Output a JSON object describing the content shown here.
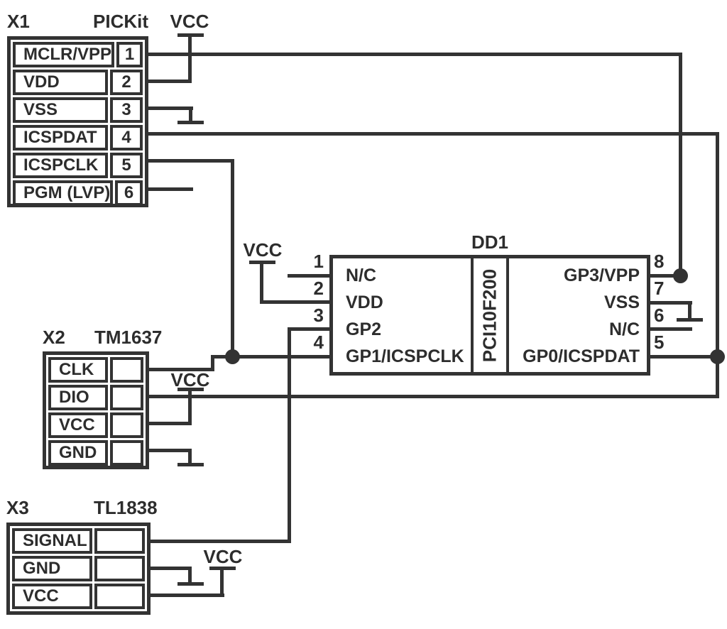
{
  "schematic": {
    "colors": {
      "line": "#333333",
      "text": "#2d2d2d",
      "background": "#ffffff"
    },
    "connectors": {
      "x1": {
        "ref": "X1",
        "title": "PICKit",
        "rows": [
          {
            "label": "MCLR/VPP",
            "pin": "1"
          },
          {
            "label": "VDD",
            "pin": "2"
          },
          {
            "label": "VSS",
            "pin": "3"
          },
          {
            "label": "ICSPDAT",
            "pin": "4"
          },
          {
            "label": "ICSPCLK",
            "pin": "5"
          },
          {
            "label": "PGM (LVP)",
            "pin": "6"
          }
        ]
      },
      "x2": {
        "ref": "X2",
        "title": "TM1637",
        "rows": [
          {
            "label": "CLK"
          },
          {
            "label": "DIO"
          },
          {
            "label": "VCC"
          },
          {
            "label": "GND"
          }
        ]
      },
      "x3": {
        "ref": "X3",
        "title": "TL1838",
        "rows": [
          {
            "label": "SIGNAL"
          },
          {
            "label": "GND"
          },
          {
            "label": "VCC"
          }
        ]
      }
    },
    "ic": {
      "ref": "DD1",
      "part": "PCI10F200",
      "left_pins": [
        {
          "number": "1",
          "name": "N/C"
        },
        {
          "number": "2",
          "name": "VDD"
        },
        {
          "number": "3",
          "name": "GP2"
        },
        {
          "number": "4",
          "name": "GP1/ICSPCLK"
        }
      ],
      "right_pins": [
        {
          "number": "8",
          "name": "GP3/VPP"
        },
        {
          "number": "7",
          "name": "VSS"
        },
        {
          "number": "6",
          "name": "N/C"
        },
        {
          "number": "5",
          "name": "GP0/ICSPDAT"
        }
      ]
    },
    "power": {
      "vcc": "VCC"
    }
  }
}
